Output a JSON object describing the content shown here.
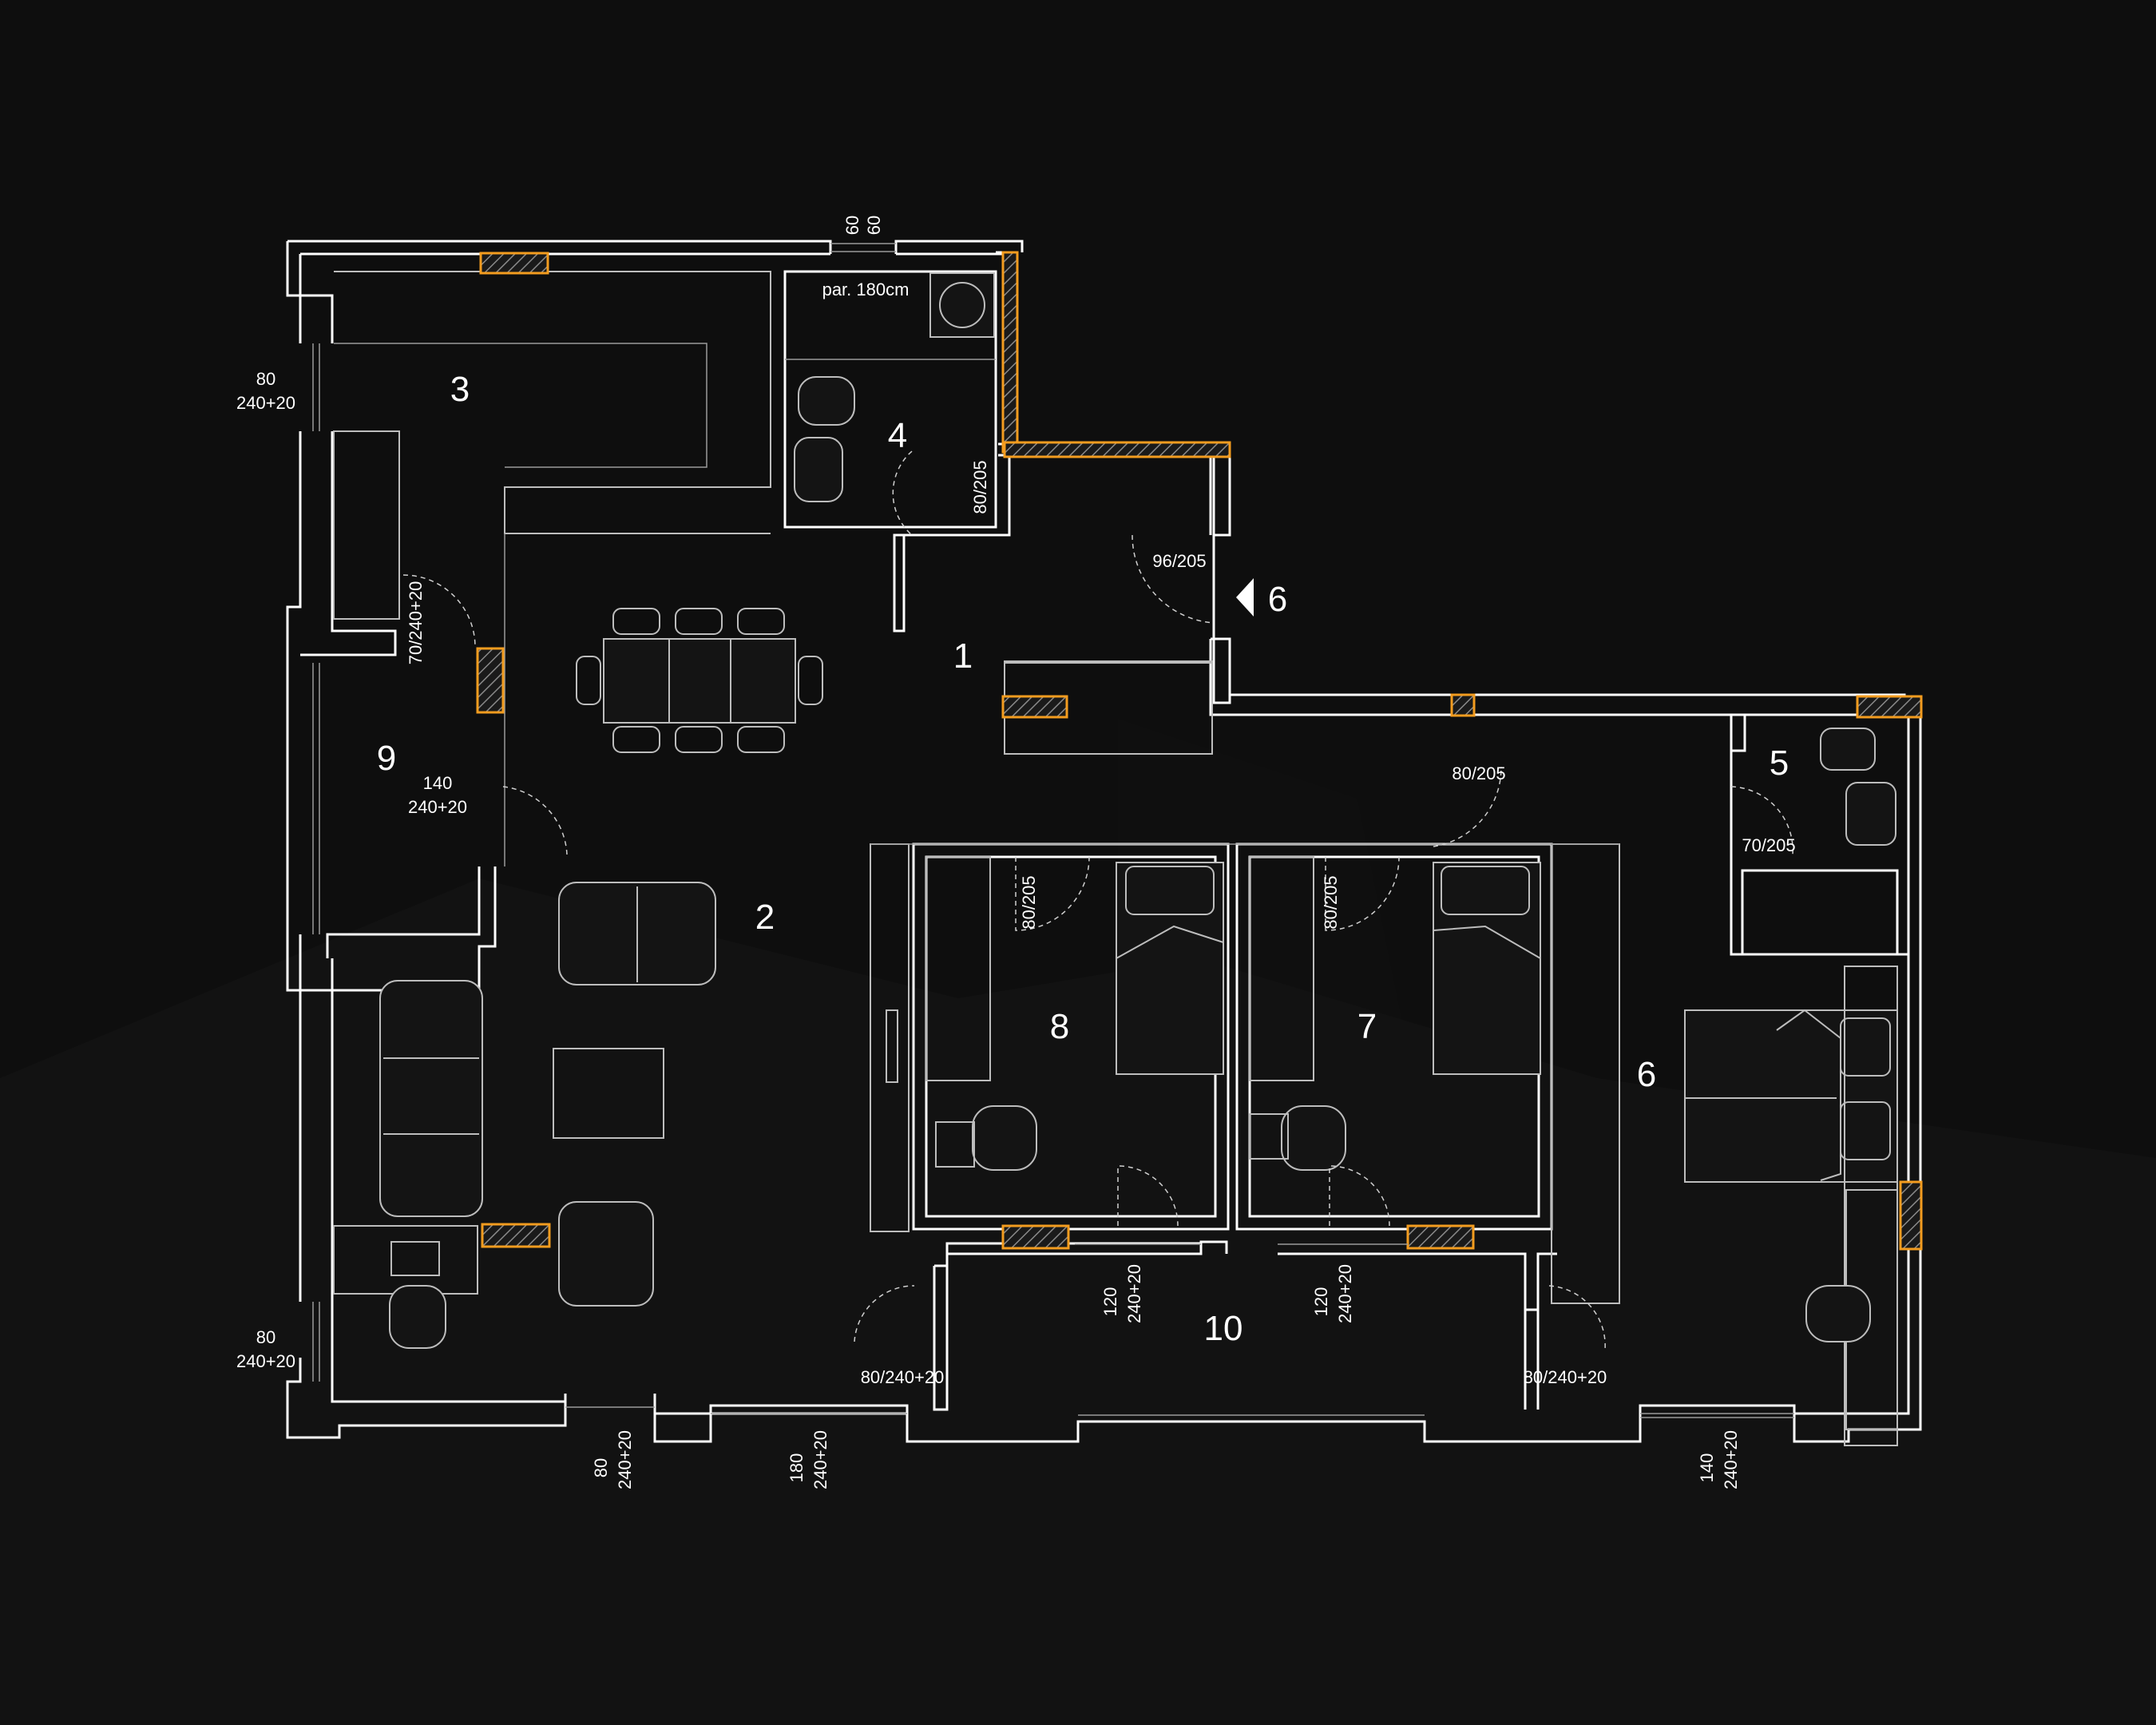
{
  "rooms": {
    "r1": "1",
    "r2": "2",
    "r3": "3",
    "r4": "4",
    "r5": "5",
    "r6": "6",
    "r7": "7",
    "r8": "8",
    "r9": "9",
    "r10": "10"
  },
  "entrance_marker": "6",
  "dimensions": {
    "top_60a": "60",
    "top_60b": "60",
    "par": "par. 180cm",
    "left_win_top_w": "80",
    "left_win_top_h": "240+20",
    "left_win_bottom_w": "80",
    "left_win_bottom_h": "240+20",
    "door_80_205_bath": "80/205",
    "door_96_205": "96/205",
    "door_70_240": "70/240+20",
    "win_140_left_w": "140",
    "win_140_left_h": "240+20",
    "door_80_205_hall": "80/205",
    "door_70_205": "70/205",
    "door_80_205_r8": "80/205",
    "door_80_205_r7": "80/205",
    "win_120_a_w": "120",
    "win_120_a_h": "240+20",
    "win_120_b_w": "120",
    "win_120_b_h": "240+20",
    "door_80_240_left": "80/240+20",
    "door_80_240_right": "80/240+20",
    "bottom_80_w": "80",
    "bottom_80_h": "240+20",
    "bottom_180_w": "180",
    "bottom_180_h": "240+20",
    "bottom_140_w": "140",
    "bottom_140_h": "240+20"
  },
  "colors": {
    "background": "#0e0e0e",
    "wall": "#ffffff",
    "accent": "#f39c1f"
  }
}
